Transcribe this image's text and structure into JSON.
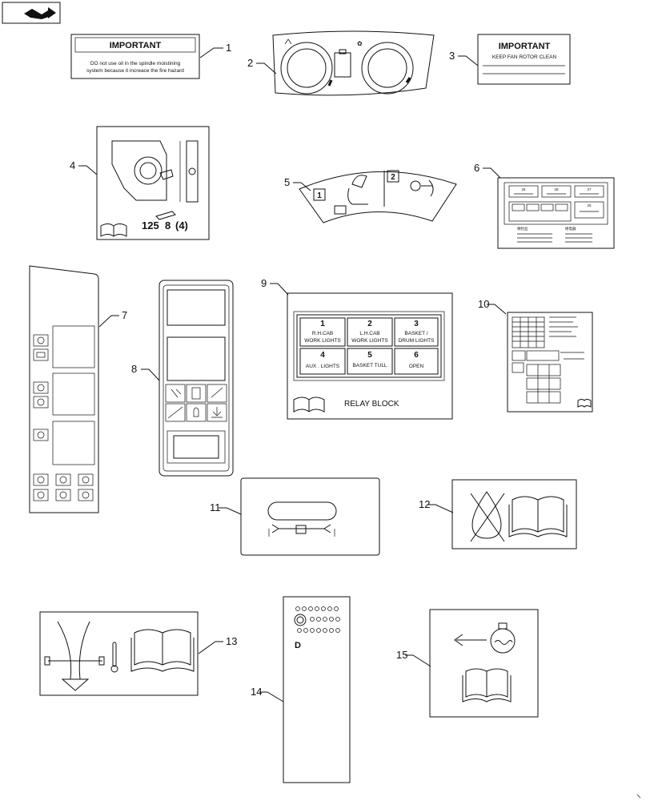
{
  "callouts": [
    "1",
    "2",
    "3",
    "4",
    "5",
    "6",
    "7",
    "8",
    "9",
    "10",
    "11",
    "12",
    "13",
    "14",
    "15"
  ],
  "decal1": {
    "title": "IMPORTANT",
    "line1": "DO not use oil in the spindle moistining",
    "line2": "system because it increace the fire hazard"
  },
  "decal3": {
    "title": "IMPORTANT",
    "line1": "KEEP FAN ROTOR CLEAN"
  },
  "decal4": {
    "caption_num": "125",
    "caption_mid": "8",
    "caption_paren": "(4)"
  },
  "decal5": {
    "box1": "1",
    "box2": "2"
  },
  "decal6": {
    "cell1": "26",
    "cell2": "28",
    "cell3": "27",
    "cell4": "25",
    "legend_left_title": "保险丝",
    "legend_right_title": "继电器"
  },
  "decal9": {
    "cells": [
      {
        "num": "1",
        "l1": "R.H.CAB",
        "l2": "WORK LIGHTS"
      },
      {
        "num": "2",
        "l1": "L.H.CAB",
        "l2": "WORK LIGHTS"
      },
      {
        "num": "3",
        "l1": "BASKET /",
        "l2": "DRUM LIGHTS"
      },
      {
        "num": "4",
        "l1": "AUX . LIGHTS",
        "l2": ""
      },
      {
        "num": "5",
        "l1": "BASKET TULL",
        "l2": ""
      },
      {
        "num": "6",
        "l1": "OPEN",
        "l2": ""
      }
    ],
    "footer": "RELAY BLOCK"
  },
  "decal14": {
    "letter": "D"
  },
  "icons": [
    "nav-arrow-icon",
    "book-icon",
    "thermometer-icon",
    "no-fire-icon",
    "engine-icon",
    "arrow-left-icon"
  ]
}
